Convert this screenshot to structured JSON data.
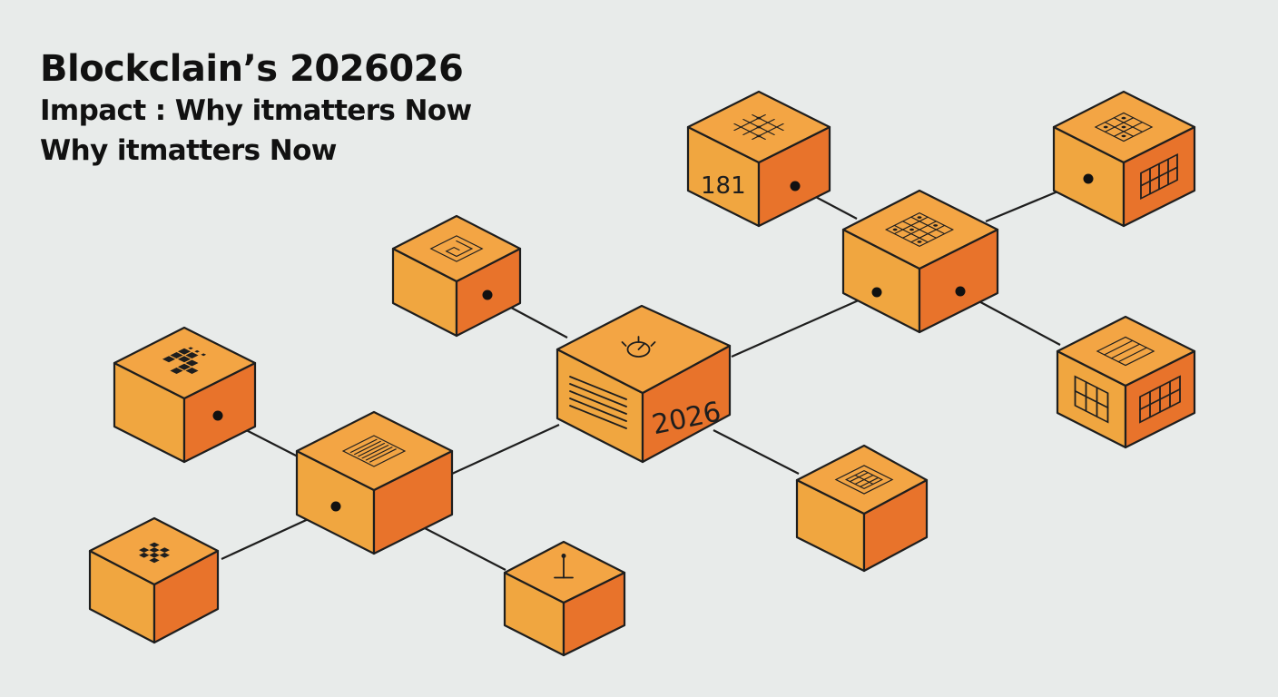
{
  "title": {
    "line1": "Blockclain’s 2026026",
    "line2": "Impact : Why itmatters Now",
    "line3": "Why itmatters Now"
  },
  "colors": {
    "background": "#e8ebea",
    "block_top": "#f3a544",
    "block_left": "#f0a640",
    "block_right": "#e8732b",
    "outline": "#1e1e1e"
  },
  "blocks": [
    {
      "id": "center",
      "label": "2026",
      "icon": "gauge-icon"
    },
    {
      "id": "top-left",
      "label": "",
      "icon": "maze-icon"
    },
    {
      "id": "far-left",
      "label": "",
      "icon": "pixel-grid-icon"
    },
    {
      "id": "mid-left",
      "label": "",
      "icon": "document-lines-icon"
    },
    {
      "id": "bottom-left",
      "label": "",
      "icon": "checker-icon"
    },
    {
      "id": "bottom-center",
      "label": "",
      "icon": "node-icon"
    },
    {
      "id": "bottom-right",
      "label": "",
      "icon": "ledger-icon"
    },
    {
      "id": "top-mid",
      "label": "181",
      "icon": "hash-grid-icon"
    },
    {
      "id": "right-hub",
      "label": "",
      "icon": "matrix-icon"
    },
    {
      "id": "top-right",
      "label": "",
      "icon": "grid-icon"
    },
    {
      "id": "right-lower",
      "label": "",
      "icon": "table-icon"
    }
  ]
}
